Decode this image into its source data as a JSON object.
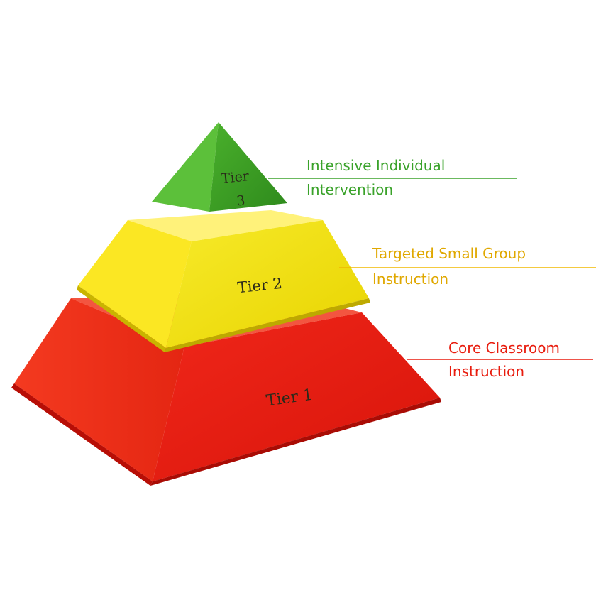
{
  "tiers": [
    {
      "label_line1": "Tier",
      "label_line2": "3",
      "desc_line1": "Intensive Individual",
      "desc_line2": "Intervention",
      "color": "#3aa22a"
    },
    {
      "label": "Tier 2",
      "desc_line1": "Targeted Small Group",
      "desc_line2": "Instruction",
      "color": "#f5e100"
    },
    {
      "label": "Tier 1",
      "desc_line1": "Core Classroom",
      "desc_line2": "Instruction",
      "color": "#e81c0e"
    }
  ]
}
